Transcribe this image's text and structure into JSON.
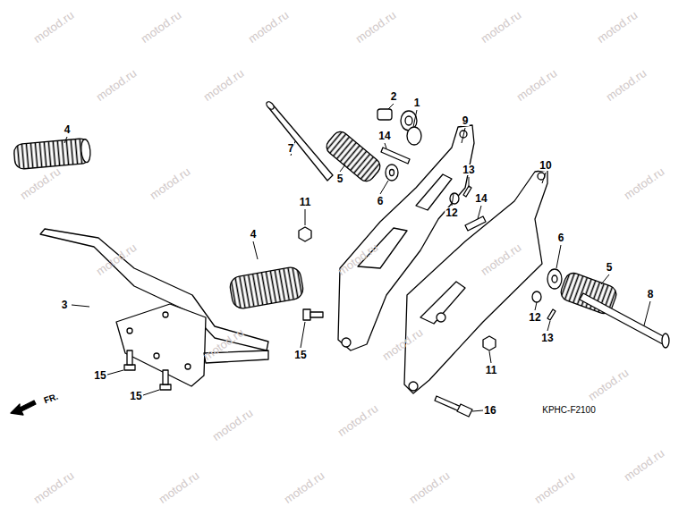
{
  "diagram": {
    "labels": [
      "4",
      "3",
      "15",
      "15",
      "7",
      "2",
      "14",
      "1",
      "9",
      "5",
      "6",
      "11",
      "4",
      "15",
      "10",
      "13",
      "14",
      "12",
      "6",
      "5",
      "8",
      "12",
      "13",
      "11",
      "16",
      "KPHC-F2100",
      "FR.",
      "motod.ru",
      "motod.ru",
      "motod.ru",
      "motod.ru",
      "motod.ru",
      "motod.ru",
      "motod.ru",
      "motod.ru",
      "motod.ru",
      "motod.ru",
      "motod.ru",
      "motod.ru",
      "motod.ru",
      "motod.ru",
      "motod.ru",
      "motod.ru",
      "motod.ru",
      "motod.ru",
      "motod.ru",
      "motod.ru",
      "motod.ru",
      "motod.ru",
      "motod.ru",
      "motod.ru",
      "motod.ru",
      "motod.ru",
      "motod.ru"
    ]
  }
}
